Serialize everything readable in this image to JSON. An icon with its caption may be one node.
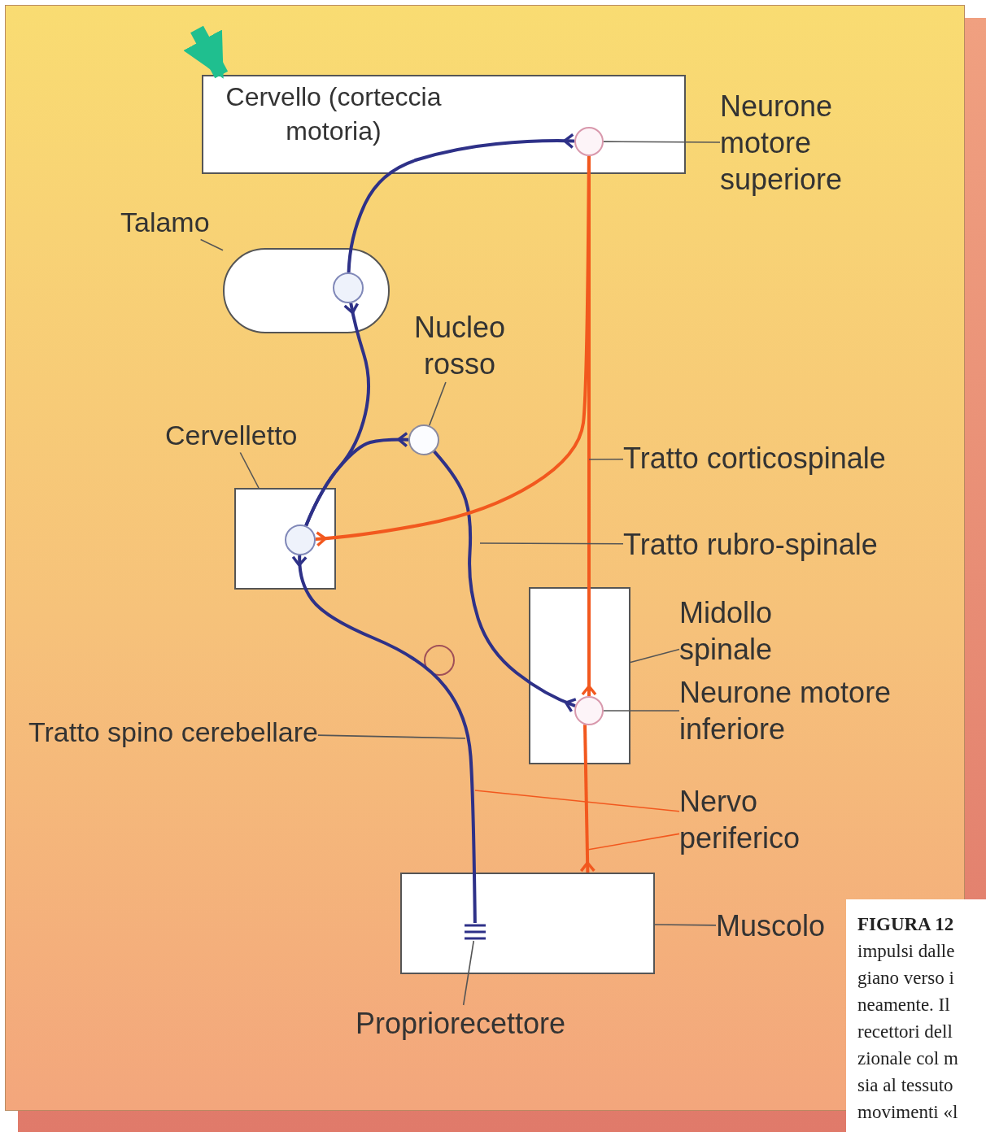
{
  "diagram": {
    "nodes": [
      {
        "text": [
          "Cervello (corteccia motoria)"
        ]
      },
      {
        "text": [],
        "shape": "circle",
        "in": 0
      },
      {
        "text": [
          "Neurone motore superiore"
        ]
      },
      {
        "text": [
          "Talamo"
        ]
      },
      {
        "text": [],
        "shape": "box"
      },
      {
        "text": [],
        "shape": "circle",
        "in": 4
      },
      {
        "text": [
          "Nucleo rosso"
        ]
      },
      {
        "text": [],
        "shape": "circle"
      },
      {
        "text": [
          "Cervelletto"
        ]
      },
      {
        "text": [],
        "shape": "box"
      },
      {
        "text": [],
        "shape": "circle",
        "in": 9
      },
      {
        "text": [
          "Tratto corticospinale"
        ]
      },
      {
        "text": [
          "Tratto rubro-spinale"
        ]
      },
      {
        "text": [],
        "shape": "box"
      },
      {
        "text": [
          "Midollo spinale"
        ]
      },
      {
        "text": [],
        "shape": "circle",
        "in": 13
      },
      {
        "text": [
          "Neurone motore inferiore"
        ]
      },
      {
        "text": [],
        "shape": "circle"
      },
      {
        "text": [
          "Tratto spino cerebellare"
        ]
      },
      {
        "text": [
          "Nervo periferico"
        ]
      },
      {
        "text": [],
        "shape": "box"
      },
      {
        "text": [],
        "shape": "bar",
        "in": 20
      },
      {
        "text": [
          "Muscolo"
        ]
      },
      {
        "text": [
          "Propriorecettore"
        ]
      }
    ],
    "edges": [
      {
        "from": null,
        "to": 0,
        "arrow": "to",
        "style": "thick",
        "color": "#1fbf8f"
      },
      {
        "from": 5,
        "to": 1,
        "arrow": "other",
        "style": "thick",
        "color": "#2e3188"
      },
      {
        "from": 10,
        "to": 5,
        "arrow": "other",
        "style": "thick",
        "color": "#2e3188"
      },
      {
        "from": 10,
        "to": 7,
        "arrow": "other",
        "style": "thick",
        "color": "#2e3188"
      },
      {
        "from": 7,
        "to": 15,
        "arrow": "other",
        "style": "thick",
        "color": "#2e3188"
      },
      {
        "from": 21,
        "to": 10,
        "arrow": "other",
        "style": "thick",
        "color": "#2e3188"
      },
      {
        "from": 1,
        "to": 15,
        "arrow": "other",
        "style": "thick",
        "color": "#f2581e"
      },
      {
        "from": 1,
        "to": 10,
        "arrow": "other",
        "style": "thick",
        "color": "#f2581e"
      },
      {
        "from": 15,
        "to": 20,
        "arrow": "other",
        "style": "thick",
        "color": "#f2581e"
      },
      {
        "from": 2,
        "to": 1,
        "arrow": "none"
      },
      {
        "from": 3,
        "to": 4,
        "arrow": "none"
      },
      {
        "from": 6,
        "to": 7,
        "arrow": "none"
      },
      {
        "from": 8,
        "to": 9,
        "arrow": "none"
      },
      {
        "from": 11,
        "to": null,
        "arrow": "none"
      },
      {
        "from": 12,
        "to": null,
        "arrow": "none"
      },
      {
        "from": 14,
        "to": 13,
        "arrow": "none"
      },
      {
        "from": 16,
        "to": 15,
        "arrow": "none"
      },
      {
        "from": 18,
        "to": null,
        "arrow": "none"
      },
      {
        "from": 19,
        "to": null,
        "arrow": "none",
        "color": "#f2581e"
      },
      {
        "from": 19,
        "to": null,
        "arrow": "none",
        "color": "#f2581e"
      },
      {
        "from": 22,
        "to": 20,
        "arrow": "none"
      },
      {
        "from": 23,
        "to": 21,
        "arrow": "none"
      }
    ],
    "labels": [
      "FIGURA 12",
      "impulsi dalle",
      "giano verso i",
      "neamente. Il",
      "recettori dell",
      "zionale col m",
      "sia al tessuto",
      "movimenti «l"
    ]
  }
}
